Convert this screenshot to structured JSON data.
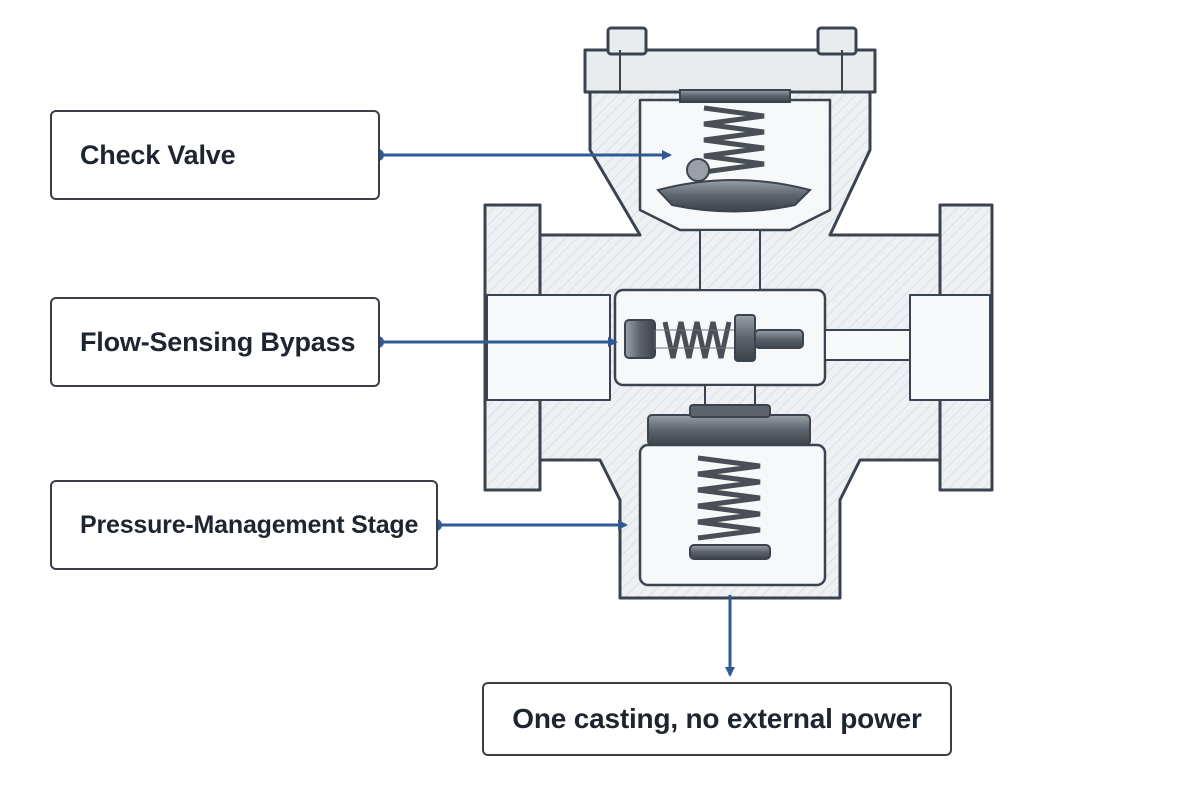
{
  "labels": {
    "check_valve": "Check Valve",
    "flow_sensing_bypass": "Flow-Sensing Bypass",
    "pressure_management_stage": "Pressure-Management Stage",
    "footer_note": "One casting, no external power"
  },
  "colors": {
    "callout": "#2f5b94",
    "body_fill": "#eef0f3",
    "outline": "#3c4350",
    "metal_dark": "#555c66",
    "metal_mid": "#8a9099",
    "spring": "#6b7079"
  }
}
